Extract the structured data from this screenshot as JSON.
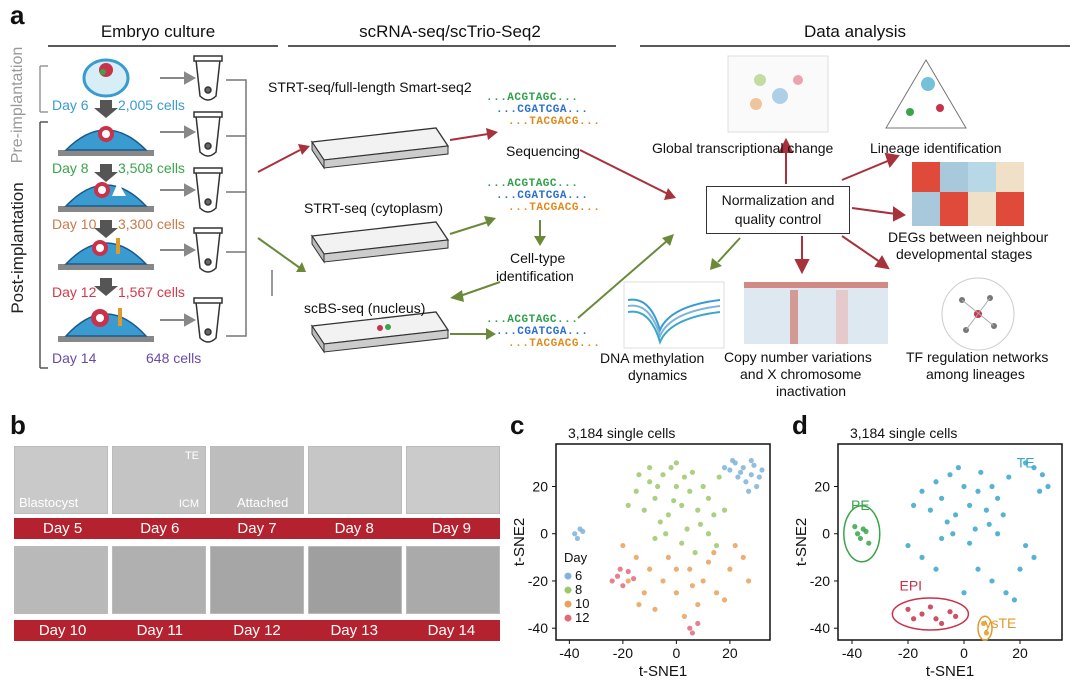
{
  "panels": {
    "a": "a",
    "b": "b",
    "c": "c",
    "d": "d"
  },
  "panel_a": {
    "headers": {
      "culture": "Embryo culture",
      "seq": "scRNA-seq/scTrio-Seq2",
      "analysis": "Data analysis"
    },
    "side_labels": {
      "pre": "Pre-implantation",
      "post": "Post-implantation"
    },
    "days": [
      {
        "day": "Day 6",
        "cells": "2,005 cells",
        "color": "#3a9bd1"
      },
      {
        "day": "Day 8",
        "cells": "3,508 cells",
        "color": "#3aa44a"
      },
      {
        "day": "Day 10",
        "cells": "3,300 cells",
        "color": "#c97a4a"
      },
      {
        "day": "Day 12",
        "cells": "1,567 cells",
        "color": "#d13a4a"
      },
      {
        "day": "Day 14",
        "cells": "648 cells",
        "color": "#6a4aa8"
      }
    ],
    "methods": {
      "m1": "STRT-seq/full-length Smart-seq2",
      "m2": "STRT-seq (cytoplasm)",
      "m3": "scBS-seq (nucleus)"
    },
    "seq_lines": [
      "...ACGTAGC...",
      "...CGATCGA...",
      "...TACGACG..."
    ],
    "steps": {
      "sequencing": "Sequencing",
      "celltype_1": "Cell-type",
      "celltype_2": "identification"
    },
    "analysis": {
      "global": "Global transcriptional change",
      "lineage": "Lineage identification",
      "norm_1": "Normalization and",
      "norm_2": "quality control",
      "degs_1": "DEGs between neighbour",
      "degs_2": "developmental stages",
      "dna_1": "DNA methylation",
      "dna_2": "dynamics",
      "cnv_1": "Copy number variations",
      "cnv_2": "and X chromosome",
      "cnv_3": "inactivation",
      "tf_1": "TF regulation networks",
      "tf_2": "among lineages"
    }
  },
  "panel_b": {
    "row1": [
      {
        "day": "Day 5",
        "label": "Blastocyst"
      },
      {
        "day": "Day 6",
        "label_te": "TE",
        "label_icm": "ICM"
      },
      {
        "day": "Day 7",
        "label": "Attached"
      },
      {
        "day": "Day 8"
      },
      {
        "day": "Day 9"
      }
    ],
    "row2": [
      "Day 10",
      "Day 11",
      "Day 12",
      "Day 13",
      "Day 14"
    ]
  },
  "colors": {
    "bar": "#b3222e",
    "day6": "#3a9bd1",
    "day8": "#3aa44a",
    "day10": "#c97a4a",
    "day12": "#d13a4a",
    "day14": "#6a4aa8",
    "arrow_red": "#a8323c",
    "arrow_green": "#6a8a3a"
  },
  "chart_data": [
    {
      "type": "scatter",
      "title": "3,184 single cells",
      "xlabel": "t-SNE1",
      "ylabel": "t-SNE2",
      "xlim": [
        -45,
        35
      ],
      "ylim": [
        -45,
        38
      ],
      "xticks": [
        -40,
        -20,
        0,
        20
      ],
      "yticks": [
        -40,
        -20,
        0,
        20
      ],
      "legend_title": "Day",
      "legend_placement": "left",
      "series": [
        {
          "name": "6",
          "color": "#7fb3d8",
          "points": [
            [
              25,
              28
            ],
            [
              28,
              25
            ],
            [
              22,
              30
            ],
            [
              30,
              20
            ],
            [
              27,
              18
            ],
            [
              24,
              26
            ],
            [
              20,
              27
            ],
            [
              29,
              29
            ],
            [
              26,
              22
            ],
            [
              31,
              24
            ],
            [
              18,
              28
            ],
            [
              23,
              24
            ],
            [
              32,
              27
            ],
            [
              21,
              31
            ],
            [
              28,
              31
            ],
            [
              -38,
              0
            ],
            [
              -36,
              2
            ],
            [
              -37,
              -2
            ],
            [
              -35,
              1
            ]
          ]
        },
        {
          "name": "8",
          "color": "#9cc86b",
          "points": [
            [
              -10,
              22
            ],
            [
              -5,
              25
            ],
            [
              0,
              20
            ],
            [
              5,
              18
            ],
            [
              -8,
              15
            ],
            [
              2,
              12
            ],
            [
              -3,
              8
            ],
            [
              8,
              10
            ],
            [
              10,
              20
            ],
            [
              12,
              15
            ],
            [
              -12,
              10
            ],
            [
              -6,
              5
            ],
            [
              4,
              2
            ],
            [
              -15,
              18
            ],
            [
              6,
              26
            ],
            [
              -2,
              28
            ],
            [
              14,
              8
            ],
            [
              -10,
              28
            ],
            [
              0,
              30
            ],
            [
              -14,
              25
            ],
            [
              9,
              4
            ],
            [
              -4,
              0
            ],
            [
              2,
              -4
            ],
            [
              12,
              0
            ],
            [
              15,
              -5
            ],
            [
              -8,
              -2
            ],
            [
              16,
              24
            ],
            [
              -18,
              12
            ],
            [
              18,
              10
            ],
            [
              7,
              -8
            ],
            [
              -1,
              14
            ],
            [
              -7,
              20
            ],
            [
              3,
              24
            ]
          ]
        },
        {
          "name": "10",
          "color": "#e8a15c",
          "points": [
            [
              -15,
              -10
            ],
            [
              -10,
              -15
            ],
            [
              -5,
              -20
            ],
            [
              0,
              -25
            ],
            [
              5,
              -15
            ],
            [
              10,
              -20
            ],
            [
              15,
              -25
            ],
            [
              -20,
              -5
            ],
            [
              20,
              -15
            ],
            [
              25,
              -10
            ],
            [
              -12,
              -25
            ],
            [
              8,
              -30
            ],
            [
              -3,
              -10
            ],
            [
              12,
              -12
            ],
            [
              18,
              -28
            ],
            [
              -8,
              -32
            ],
            [
              3,
              -35
            ],
            [
              22,
              -5
            ],
            [
              27,
              -20
            ],
            [
              -18,
              -20
            ],
            [
              0,
              -15
            ],
            [
              6,
              -22
            ],
            [
              14,
              -8
            ],
            [
              -14,
              -30
            ]
          ]
        },
        {
          "name": "12",
          "color": "#e06a7a",
          "points": [
            [
              -22,
              -18
            ],
            [
              -20,
              -22
            ],
            [
              -18,
              -16
            ],
            [
              -24,
              -20
            ],
            [
              -21,
              -15
            ],
            [
              -16,
              -19
            ],
            [
              5,
              -40
            ],
            [
              8,
              -38
            ],
            [
              6,
              -42
            ]
          ]
        }
      ]
    },
    {
      "type": "scatter",
      "title": "3,184 single cells",
      "xlabel": "t-SNE1",
      "ylabel": "t-SNE2",
      "xlim": [
        -45,
        35
      ],
      "ylim": [
        -45,
        38
      ],
      "xticks": [
        -40,
        -20,
        0,
        20
      ],
      "yticks": [
        -40,
        -20,
        0,
        20
      ],
      "series": [
        {
          "name": "TE",
          "color": "#3aa7c8",
          "points": [
            [
              -10,
              22
            ],
            [
              -5,
              25
            ],
            [
              0,
              20
            ],
            [
              5,
              18
            ],
            [
              -8,
              15
            ],
            [
              2,
              12
            ],
            [
              -3,
              8
            ],
            [
              8,
              10
            ],
            [
              10,
              20
            ],
            [
              12,
              15
            ],
            [
              -12,
              10
            ],
            [
              -6,
              5
            ],
            [
              4,
              2
            ],
            [
              -15,
              18
            ],
            [
              6,
              26
            ],
            [
              -2,
              28
            ],
            [
              14,
              8
            ],
            [
              25,
              28
            ],
            [
              28,
              25
            ],
            [
              22,
              30
            ],
            [
              30,
              20
            ],
            [
              -15,
              -10
            ],
            [
              -10,
              -15
            ],
            [
              0,
              -25
            ],
            [
              5,
              -15
            ],
            [
              10,
              -20
            ],
            [
              15,
              -25
            ],
            [
              20,
              -15
            ],
            [
              25,
              -10
            ],
            [
              -20,
              -5
            ],
            [
              18,
              -28
            ],
            [
              22,
              -5
            ],
            [
              -4,
              0
            ],
            [
              12,
              0
            ],
            [
              -18,
              12
            ],
            [
              27,
              18
            ],
            [
              16,
              24
            ],
            [
              9,
              4
            ],
            [
              -8,
              -2
            ],
            [
              2,
              -4
            ]
          ]
        },
        {
          "name": "PE",
          "color": "#3aa44a",
          "points": [
            [
              -38,
              0
            ],
            [
              -36,
              2
            ],
            [
              -37,
              -2
            ],
            [
              -35,
              1
            ],
            [
              -34,
              -4
            ],
            [
              -39,
              3
            ]
          ]
        },
        {
          "name": "EPI",
          "color": "#c8324a",
          "points": [
            [
              -20,
              -32
            ],
            [
              -15,
              -34
            ],
            [
              -10,
              -36
            ],
            [
              -5,
              -33
            ],
            [
              -18,
              -36
            ],
            [
              -12,
              -31
            ],
            [
              -8,
              -38
            ],
            [
              -3,
              -35
            ]
          ]
        },
        {
          "name": "ysTE",
          "color": "#e09a2a",
          "points": [
            [
              7,
              -38
            ],
            [
              8,
              -42
            ]
          ]
        }
      ]
    }
  ]
}
